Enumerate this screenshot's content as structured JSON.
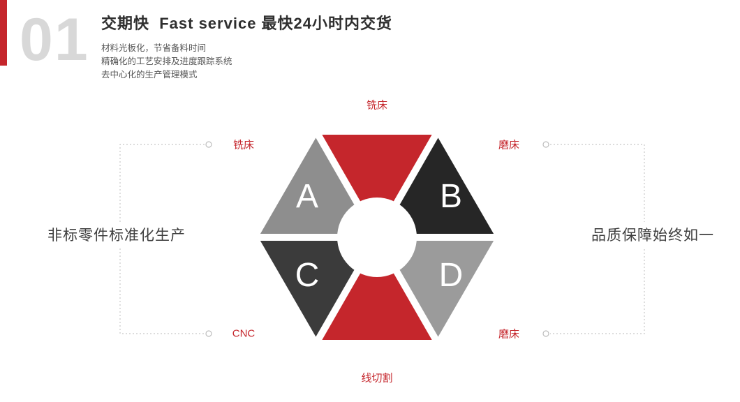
{
  "header": {
    "number": "01",
    "title": "交期快  Fast service 最快24小时内交货",
    "bullets": [
      "材料光板化，节省备料时间",
      "精确化的工艺安排及进度跟踪系统",
      "去中心化的生产管理模式"
    ]
  },
  "diagram": {
    "top_color": "#c5262c",
    "bottom_color": "#c5262c",
    "segments": [
      {
        "letter": "A",
        "color": "#8e8e8e",
        "position": "upper-left"
      },
      {
        "letter": "B",
        "color": "#262626",
        "position": "upper-right"
      },
      {
        "letter": "C",
        "color": "#3b3b3b",
        "position": "lower-left"
      },
      {
        "letter": "D",
        "color": "#9b9b9b",
        "position": "lower-right"
      }
    ],
    "labels": {
      "top": "铣床",
      "left": "铣床",
      "right_top": "磨床",
      "bottom_left": "CNC",
      "right_bottom": "磨床",
      "bottom": "线切割"
    }
  },
  "side_text": {
    "left": "非标零件标准化生产",
    "right": "品质保障始终如一"
  },
  "colors": {
    "accent_red": "#c5262c",
    "number_gray": "#d8d8d8",
    "dotted_gray": "#c8c8c8",
    "dark_text": "#2f2f2f"
  }
}
